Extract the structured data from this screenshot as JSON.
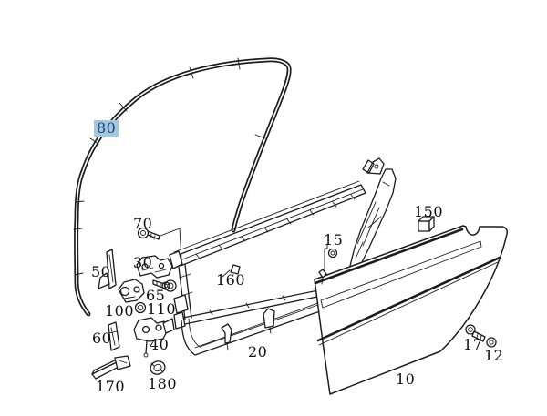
{
  "parts_diagram": {
    "highlighted_part": "80",
    "colors": {
      "background": "#ffffff",
      "line_color": "#1c1c1c",
      "highlight_bg": "#a0c8e0",
      "highlight_text": "#1d4470"
    },
    "labels": {
      "l10": "10",
      "l12": "12",
      "l15": "15",
      "l17": "17",
      "l20": "20",
      "l30": "30",
      "l40": "40",
      "l50": "50",
      "l60": "60",
      "l65": "65",
      "l70": "70",
      "l80": "80",
      "l100": "100",
      "l110": "110",
      "l150": "150",
      "l160": "160",
      "l170": "170",
      "l180": "180"
    }
  }
}
